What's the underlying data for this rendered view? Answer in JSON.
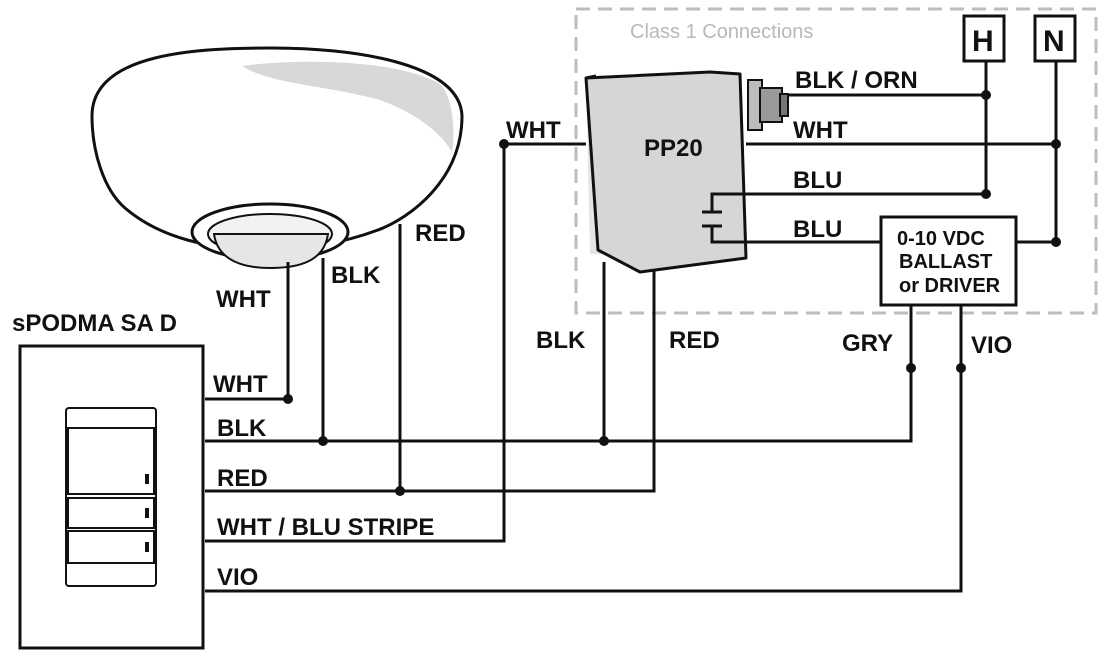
{
  "labels": {
    "class1": "Class 1 Connections",
    "hot": "H",
    "neutral": "N",
    "pp20": "PP20",
    "switch_name": "sPODMA SA D",
    "ballast_line1": "0-10 VDC",
    "ballast_line2": "BALLAST",
    "ballast_line3": "or DRIVER"
  },
  "wires": {
    "pp20_blk_orn": "BLK / ORN",
    "pp20_wht": "WHT",
    "pp20_blu_top": "BLU",
    "pp20_blu_bottom": "BLU",
    "pp20_wht_left": "WHT",
    "pp20_blk": "BLK",
    "pp20_red": "RED",
    "sensor_red": "RED",
    "sensor_blk": "BLK",
    "sensor_wht": "WHT",
    "gry": "GRY",
    "vio": "VIO",
    "sw_wht": "WHT",
    "sw_blk": "BLK",
    "sw_red": "RED",
    "sw_wht_blu": "WHT / BLU STRIPE",
    "sw_vio": "VIO"
  }
}
